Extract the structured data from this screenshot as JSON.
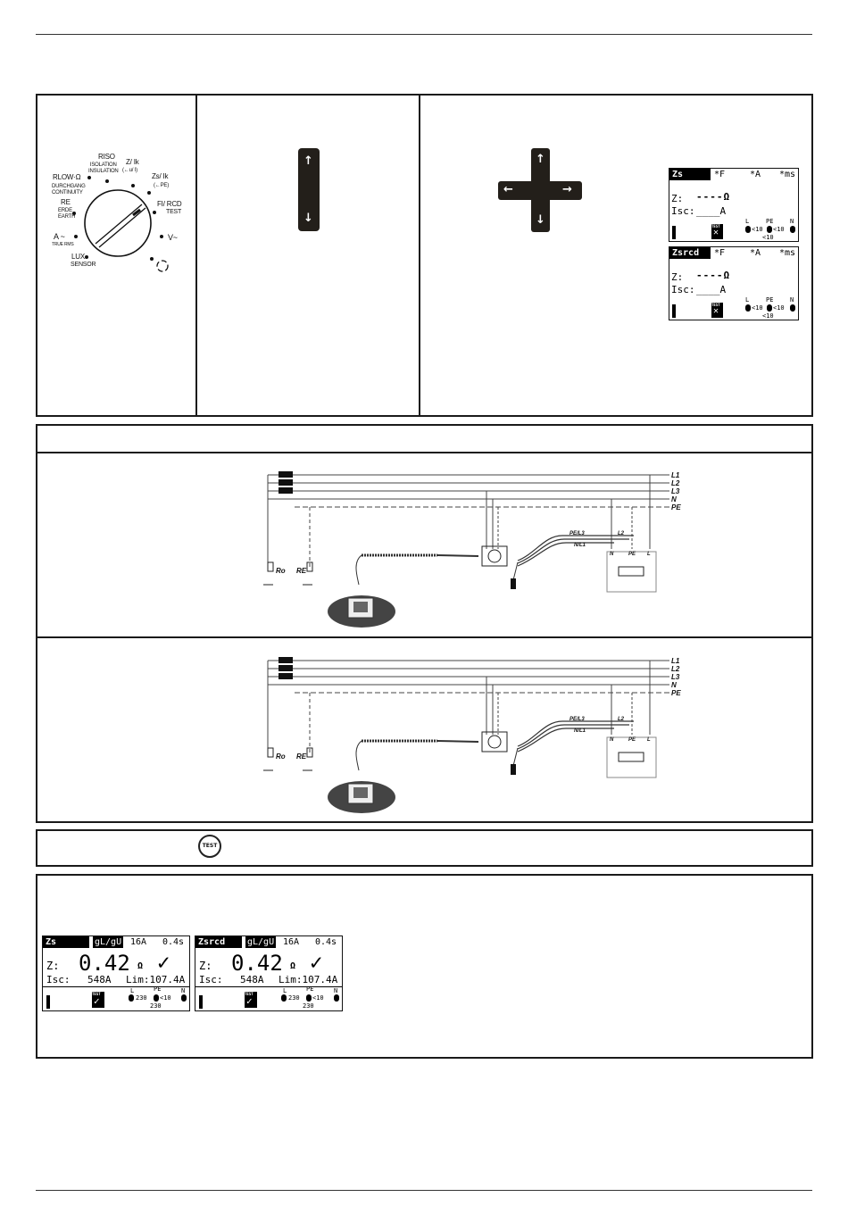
{
  "dial": {
    "labels": {
      "rlow": "RLOW·Ω",
      "rlow_sub": "DURCHGANG\nCONTINUITY",
      "riso": "RISO",
      "riso_sub": "ISOLATION\nINSULATION",
      "z_il": "Z/ Ik",
      "z_il_sub": "(←u/ I)",
      "zs": "Zs/ Ik",
      "zs_sub": "(←PE)",
      "fi_rcd": "FI/ RCD",
      "fi_rcd_sub": "TEST",
      "v": "V~",
      "re": "RE",
      "re_sub": "ERDE\nEARTH",
      "a": "A ~",
      "a_sub": "TRUE RMS",
      "lux": "LUX",
      "lux_sub": "SENSOR"
    }
  },
  "keys": {
    "updown": {
      "up": "↑",
      "down": "↓"
    },
    "cross": {
      "up": "↑",
      "down": "↓",
      "left": "←",
      "right": "→"
    }
  },
  "lcd_setup": [
    {
      "func": "Zs",
      "fields": [
        "*F",
        "*A",
        "*ms"
      ],
      "z_label": "Z:",
      "z_value": "----Ω",
      "isc_label": "Isc:",
      "isc_value": "____A",
      "test_icon": "TEST",
      "terminals": {
        "l": "L",
        "pe": "PE",
        "n": "N",
        "v1": "<10",
        "v2": "<10",
        "v3": "<10"
      }
    },
    {
      "func": "Zsrcd",
      "fields": [
        "*F",
        "*A",
        "*ms"
      ],
      "z_label": "Z:",
      "z_value": "----Ω",
      "isc_label": "Isc:",
      "isc_value": "____A",
      "test_icon": "TEST",
      "terminals": {
        "l": "L",
        "pe": "PE",
        "n": "N",
        "v1": "<10",
        "v2": "<10",
        "v3": "<10"
      }
    }
  ],
  "diagram": {
    "lines": [
      "L1",
      "L2",
      "L3",
      "N",
      "PE"
    ],
    "ro": "Ro",
    "re": "RE",
    "plug_labels": [
      "PE/L3",
      "L2",
      "N/L1"
    ],
    "terminal_labels": [
      "N",
      "PE",
      "L"
    ]
  },
  "test_button": {
    "label": "TEST"
  },
  "lcd_results": [
    {
      "func": "Zs",
      "fuse": "gL/gU",
      "current": "16A",
      "time": "0.4s",
      "z_label": "Z:",
      "z_value": "0.42",
      "z_unit": "Ω",
      "check": "✓",
      "isc_label": "Isc:",
      "isc_value": "548A",
      "lim": "Lim:107.4A",
      "test_icon": "TEST",
      "terminals": {
        "l": "L",
        "pe": "PE",
        "n": "N",
        "v1": "230",
        "v2": "<10",
        "v3": "230"
      }
    },
    {
      "func": "Zsrcd",
      "fuse": "gL/gU",
      "current": "16A",
      "time": "0.4s",
      "z_label": "Z:",
      "z_value": "0.42",
      "z_unit": "Ω",
      "check": "✓",
      "isc_label": "Isc:",
      "isc_value": "548A",
      "lim": "Lim:107.4A",
      "test_icon": "TEST",
      "terminals": {
        "l": "L",
        "pe": "PE",
        "n": "N",
        "v1": "230",
        "v2": "<10",
        "v3": "230"
      }
    }
  ]
}
